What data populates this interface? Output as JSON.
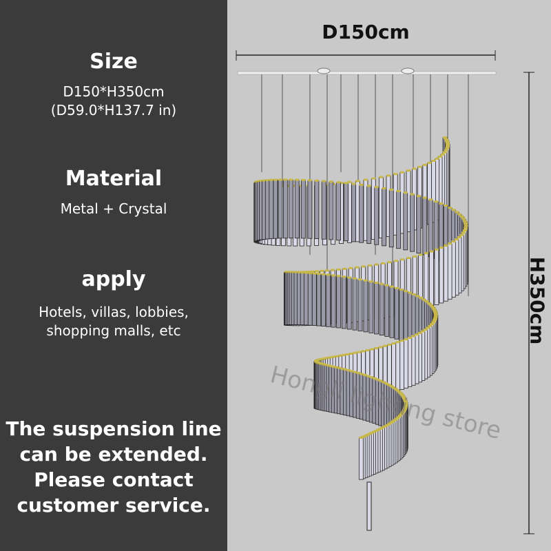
{
  "specs": {
    "size_heading": "Size",
    "size_metric": "D150*H350cm",
    "size_imperial": "(D59.0*H137.7 in)",
    "material_heading": "Material",
    "material_value": "Metal + Crystal",
    "apply_heading": "apply",
    "apply_line1": "Hotels, villas, lobbies,",
    "apply_line2": "shopping malls, etc",
    "note_lines": [
      "The suspension line",
      "can be extended.",
      "Please contact",
      "customer service."
    ]
  },
  "dimensions": {
    "diameter": "D150cm",
    "height": "H350cm"
  },
  "watermark": "Hongli lighting store",
  "colors": {
    "left_panel": "#3b3b3b",
    "background": "#c9c9c9",
    "crystal": "#d8d8e6",
    "frame": "#c8b84a"
  }
}
